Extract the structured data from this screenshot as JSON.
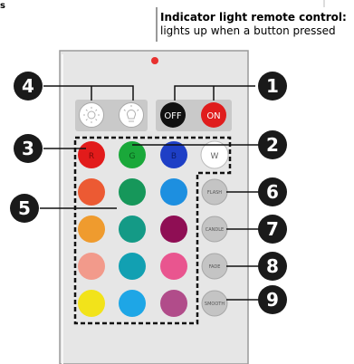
{
  "corner_text": "s",
  "indicator": {
    "title": "Indicator light remote control:",
    "subtitle": "lights up when a button pressed"
  },
  "callouts": [
    "1",
    "2",
    "3",
    "4",
    "5",
    "6",
    "7",
    "8",
    "9"
  ],
  "buttons": {
    "off": "OFF",
    "on": "ON",
    "r": "R",
    "g": "G",
    "b": "B",
    "w": "W",
    "flash": "FLASH",
    "candle": "CANDLE",
    "fade": "FADE",
    "smooth": "SMOOTH"
  },
  "colors": {
    "remote_body": "#e6e6e6",
    "remote_border": "#9a9a9a",
    "indicator_led": "#e8312f",
    "callout": "#1a1a1a",
    "red": "#e21b1b",
    "green": "#1aa83a",
    "blue": "#1e3fc6",
    "white": "#ffffff",
    "grid": [
      [
        "#ec5a33",
        "#16975a",
        "#1d8fe0"
      ],
      [
        "#ef9b2e",
        "#149a86",
        "#8f0e54"
      ],
      [
        "#f29a8b",
        "#12a0b2",
        "#e9558f"
      ],
      [
        "#f2e31a",
        "#1ea6e6",
        "#b14c8a"
      ]
    ]
  }
}
